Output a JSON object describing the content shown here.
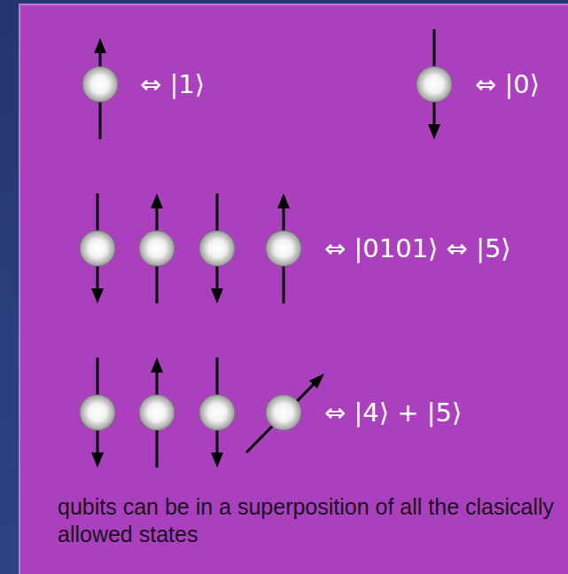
{
  "diagram": {
    "caption": "qubits can be in a superposition of all the clasically allowed states",
    "labels": [
      "⇔ |1⟩",
      "⇔ |0⟩",
      "⇔ |0101⟩ ⇔ |5⟩",
      "⇔ |4⟩ + |5⟩"
    ]
  }
}
